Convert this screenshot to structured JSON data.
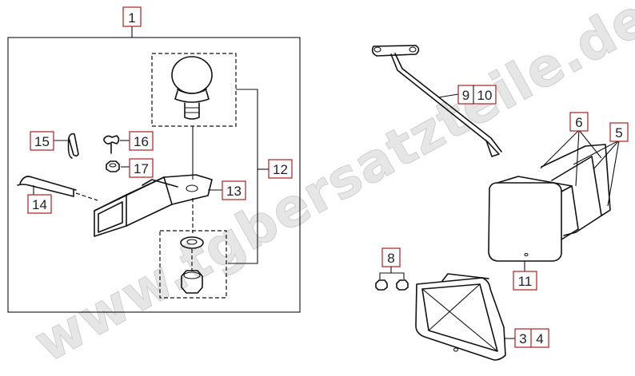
{
  "watermark": "www.tgbersatzteile.de",
  "callouts": {
    "c1": "1",
    "c3": "3",
    "c4": "4",
    "c5": "5",
    "c6": "6",
    "c8": "8",
    "c9": "9",
    "c10": "10",
    "c11": "11",
    "c12": "12",
    "c13": "13",
    "c14": "14",
    "c15": "15",
    "c16": "16",
    "c17": "17"
  },
  "colors": {
    "callout_border": "#b21d1d",
    "line": "#111111",
    "watermark": "#d9d9d9"
  }
}
